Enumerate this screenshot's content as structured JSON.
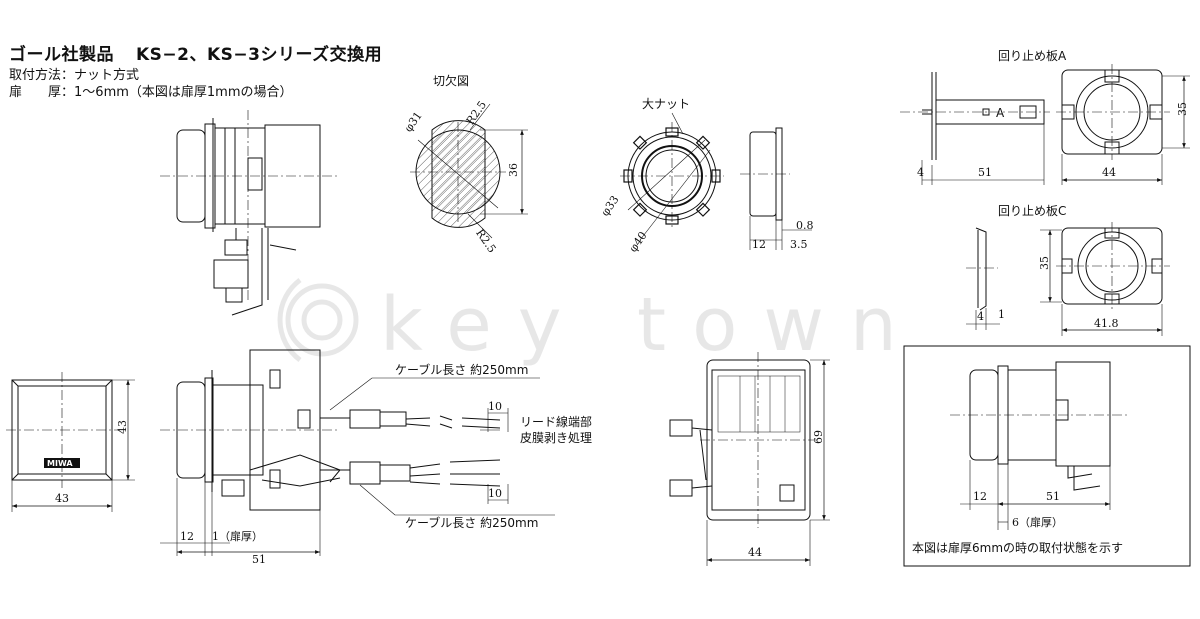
{
  "header": {
    "title_main": "ゴール社製品",
    "title_series": "KS−2、KS−3シリーズ交換用",
    "install_label": "取付方法：",
    "install_value": "ナット方式",
    "door_label": "扉",
    "door_label2": "厚：",
    "door_value": "1〜6mm（本図は扉厚1mmの場合）"
  },
  "labels": {
    "cutout": "切欠図",
    "big_nut": "大ナット",
    "plate_a": "回り止め板A",
    "plate_a_letter": "A",
    "plate_c": "回り止め板C",
    "cable1": "ケーブル長さ 約250mm",
    "cable2": "ケーブル長さ 約250mm",
    "lead_wire1": "リード線端部",
    "lead_wire2": "皮膜剥き処理",
    "door_thick1": "1（扉厚）",
    "door_thick6": "6（扉厚）",
    "note": "本図は扉厚6mmの時の取付状態を示す",
    "brand_logo": "MIWA",
    "watermark": "key town"
  },
  "dims": {
    "d31": "φ31",
    "r25a": "R2.5",
    "r25b": "R2.5",
    "d36": "36",
    "d33": "φ33",
    "d40": "φ40",
    "d08": "0.8",
    "d12a": "12",
    "d35a": "3.5",
    "d4a": "4",
    "d51a": "51",
    "d44a": "44",
    "d35b": "35",
    "d35c": "35",
    "d4b": "4",
    "d1": "1",
    "d418": "41.8",
    "d43w": "43",
    "d43h": "43",
    "d12b": "12",
    "d51b": "51",
    "d10a": "10",
    "d10b": "10",
    "d69": "69",
    "d44b": "44",
    "d12c": "12",
    "d51c": "51"
  },
  "icons": {
    "watermark_logo": "key-town-logo-icon",
    "brand": "miwa-logo-icon"
  }
}
